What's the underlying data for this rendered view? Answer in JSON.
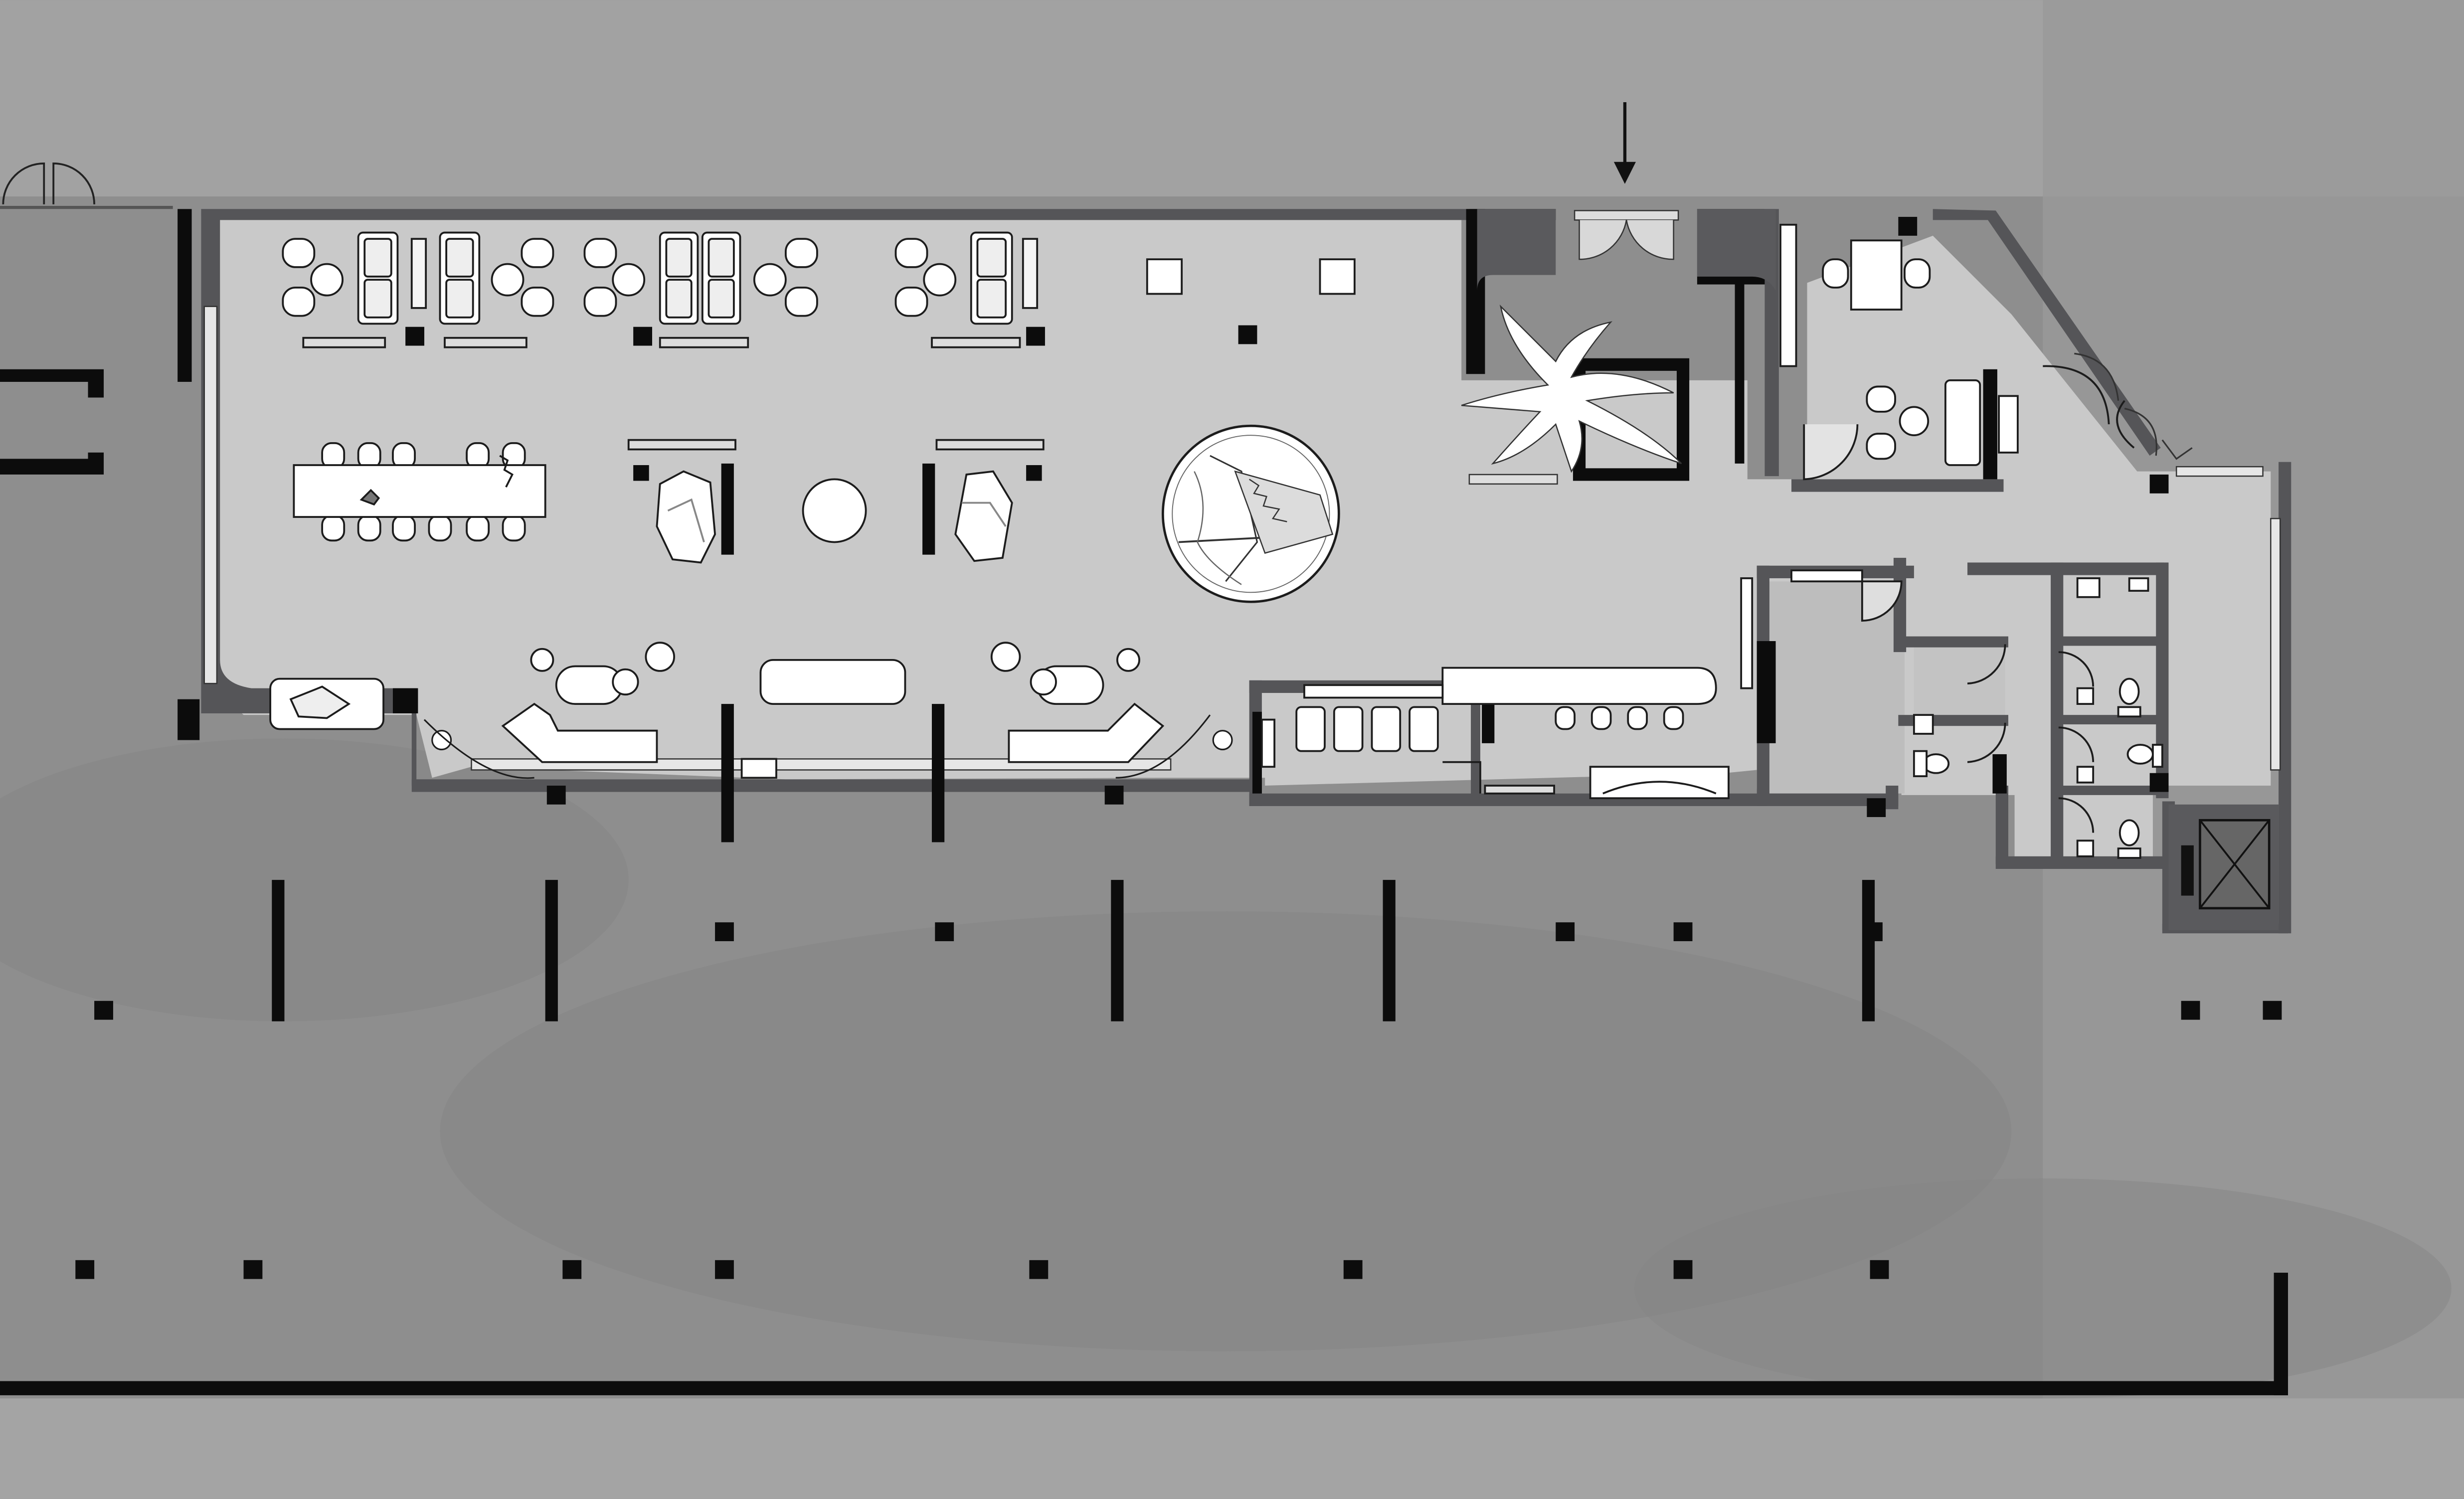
{
  "drawing": {
    "type": "architectural floor plan",
    "labels": [],
    "colors": {
      "background": "#8e8e8e",
      "background_light": "#a2a2a2",
      "background_dark": "#7c7c7c",
      "floor": "#c9c9c9",
      "wall": "#555558",
      "column": "#0c0c0c",
      "furniture": "#ffffff",
      "outline": "#1c1c1c"
    },
    "symbols": [
      "entrance-arrow",
      "sofa-lounge-sets",
      "meeting-table-with-chairs",
      "round-site-model-table",
      "decorative-tree-installation",
      "reception-desks",
      "bar-counter-with-stools",
      "restroom-fixtures",
      "elevator-shaft",
      "structural-columns"
    ]
  }
}
